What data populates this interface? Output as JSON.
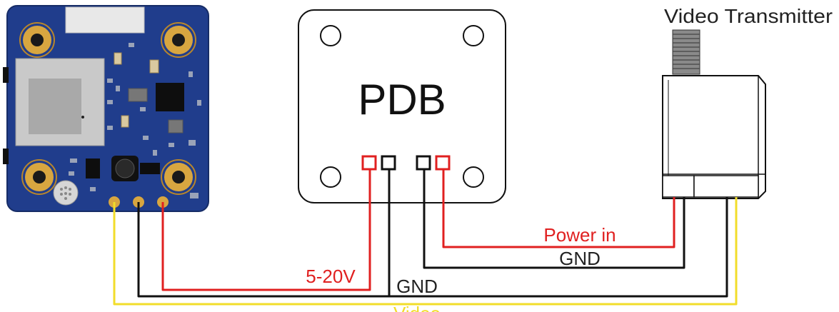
{
  "labels": {
    "video_transmitter": "Video Transmitter",
    "pdb": "PDB",
    "power_in": "Power in",
    "gnd_vtx": "GND",
    "voltage": "5-20V",
    "gnd_camera": "GND",
    "video": "Video"
  },
  "colors": {
    "power_wire": "#e02020",
    "ground_wire": "#111111",
    "video_wire": "#f2dd2a",
    "board_blue": "#203d8c",
    "pad_gold": "#d8a640",
    "label_red": "#e02020",
    "label_dark": "#222222",
    "outline": "#111111"
  }
}
